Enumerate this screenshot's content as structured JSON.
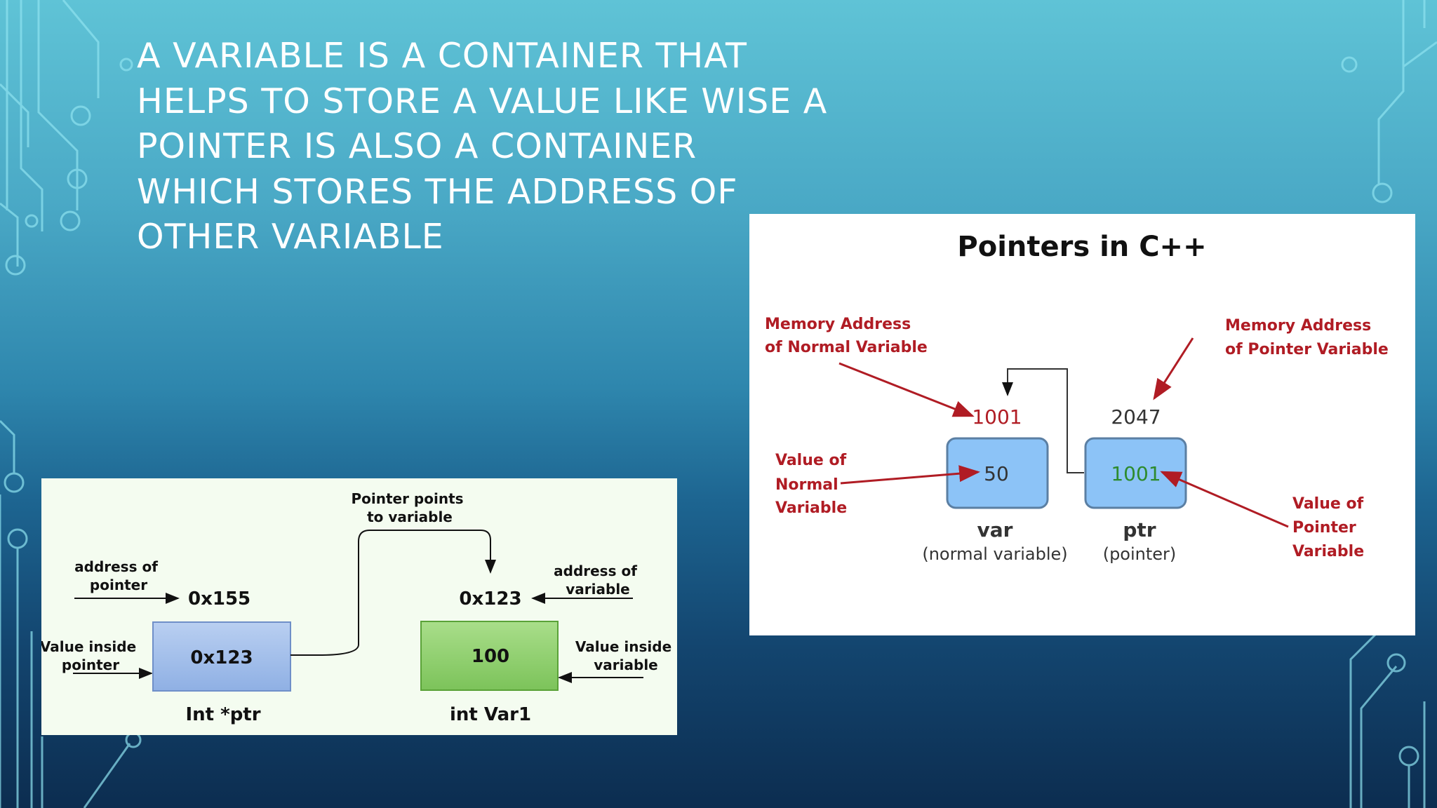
{
  "slide": {
    "title_lines": [
      "A VARIABLE IS A CONTAINER THAT",
      "HELPS TO STORE A VALUE LIKE WISE A",
      "POINTER IS ALSO A CONTAINER",
      "WHICH STORES THE ADDRESS OF",
      "OTHER VARIABLE"
    ]
  },
  "left_diagram": {
    "pointer_points_label": [
      "Pointer points",
      "to variable"
    ],
    "address_of_pointer_label": [
      "address of",
      "pointer"
    ],
    "pointer_address": "0x155",
    "value_inside_pointer_label": [
      "Value inside",
      "pointer"
    ],
    "pointer_box_value": "0x123",
    "pointer_name": "Int *ptr",
    "address_of_variable_label": [
      "address of",
      "variable"
    ],
    "variable_address": "0x123",
    "value_inside_variable_label": [
      "Value inside",
      "variable"
    ],
    "variable_box_value": "100",
    "variable_name": "int Var1",
    "colors": {
      "pointer_box": "#a9c1ea",
      "variable_box": "#95d274"
    }
  },
  "right_diagram": {
    "title": "Pointers in C++",
    "memory_address_normal_label": [
      "Memory Address",
      "of Normal Variable"
    ],
    "memory_address_pointer_label": [
      "Memory Address",
      "of Pointer Variable"
    ],
    "value_normal_label": [
      "Value of",
      "Normal",
      "Variable"
    ],
    "value_pointer_label": [
      "Value of",
      "Pointer",
      "Variable"
    ],
    "var_address": "1001",
    "ptr_address": "2047",
    "var_value": "50",
    "ptr_value": "1001",
    "var_name": "var",
    "var_desc": "(normal variable)",
    "ptr_name": "ptr",
    "ptr_desc": "(pointer)",
    "colors": {
      "annotation": "#b01c24",
      "box_fill": "#8cc3f7",
      "ptr_value": "#2e8b2e"
    }
  }
}
